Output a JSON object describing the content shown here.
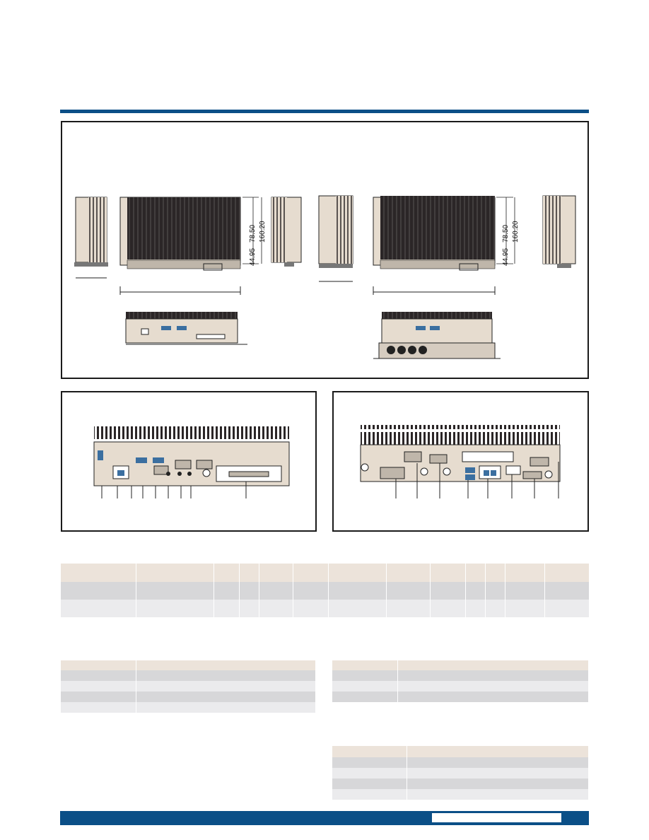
{
  "colors": {
    "brand_blue": "#0b4f87",
    "table_header": "#ece3da",
    "table_row_dark": "#d7d7d9",
    "table_row_light": "#ebebed",
    "device_body": "#e6dccf",
    "heatsink": "#2b2627"
  },
  "dimension_drawing": {
    "model_a": {
      "height_total": "160.20",
      "height_upper": "78.50",
      "height_lower": "44.95"
    },
    "model_b": {
      "height_total": "160.20",
      "height_upper": "78.50",
      "height_lower": "44.95"
    }
  },
  "tables": {
    "spec_table": {
      "columns": 13,
      "rows": 3
    },
    "table_left": {
      "rows": 5
    },
    "table_right_top": {
      "rows": 4
    },
    "table_right_bottom": {
      "rows": 5
    }
  }
}
